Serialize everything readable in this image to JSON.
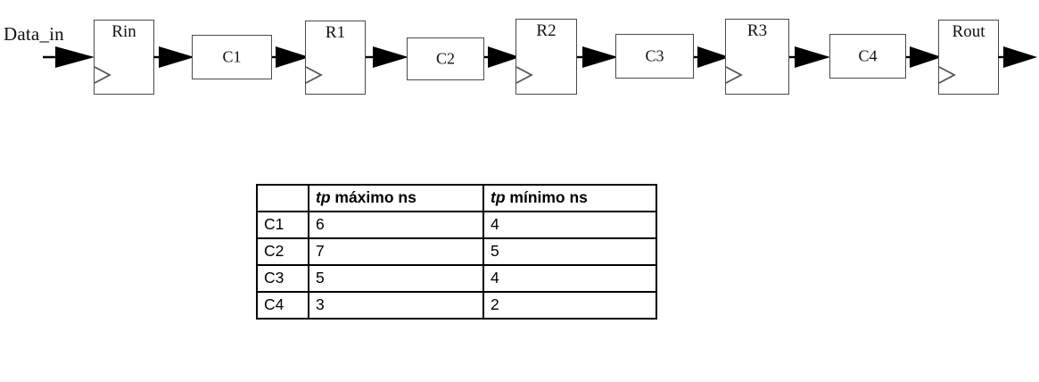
{
  "diagram": {
    "title": "pipeline-register-combinational-chain",
    "input_label": "Data_in",
    "stages": [
      {
        "type": "register",
        "label": "Rin"
      },
      {
        "type": "combinational",
        "label": "C1"
      },
      {
        "type": "register",
        "label": "R1"
      },
      {
        "type": "combinational",
        "label": "C2"
      },
      {
        "type": "register",
        "label": "R2"
      },
      {
        "type": "combinational",
        "label": "C3"
      },
      {
        "type": "register",
        "label": "R3"
      },
      {
        "type": "combinational",
        "label": "C4"
      },
      {
        "type": "register",
        "label": "Rout"
      }
    ],
    "colors": {
      "block_border": "#4a4a4a",
      "arrow_fill": "#000000",
      "text": "#111111",
      "background": "#ffffff"
    }
  },
  "table": {
    "corner_header": "",
    "headers": [
      {
        "em": "tp",
        "rest": " máximo ns"
      },
      {
        "em": "tp",
        "rest": " mínimo ns"
      }
    ],
    "rows": [
      {
        "label": "C1",
        "max": "6",
        "min": "4"
      },
      {
        "label": "C2",
        "max": "7",
        "min": "5"
      },
      {
        "label": "C3",
        "max": "5",
        "min": "4"
      },
      {
        "label": "C4",
        "max": "3",
        "min": "2"
      }
    ]
  }
}
